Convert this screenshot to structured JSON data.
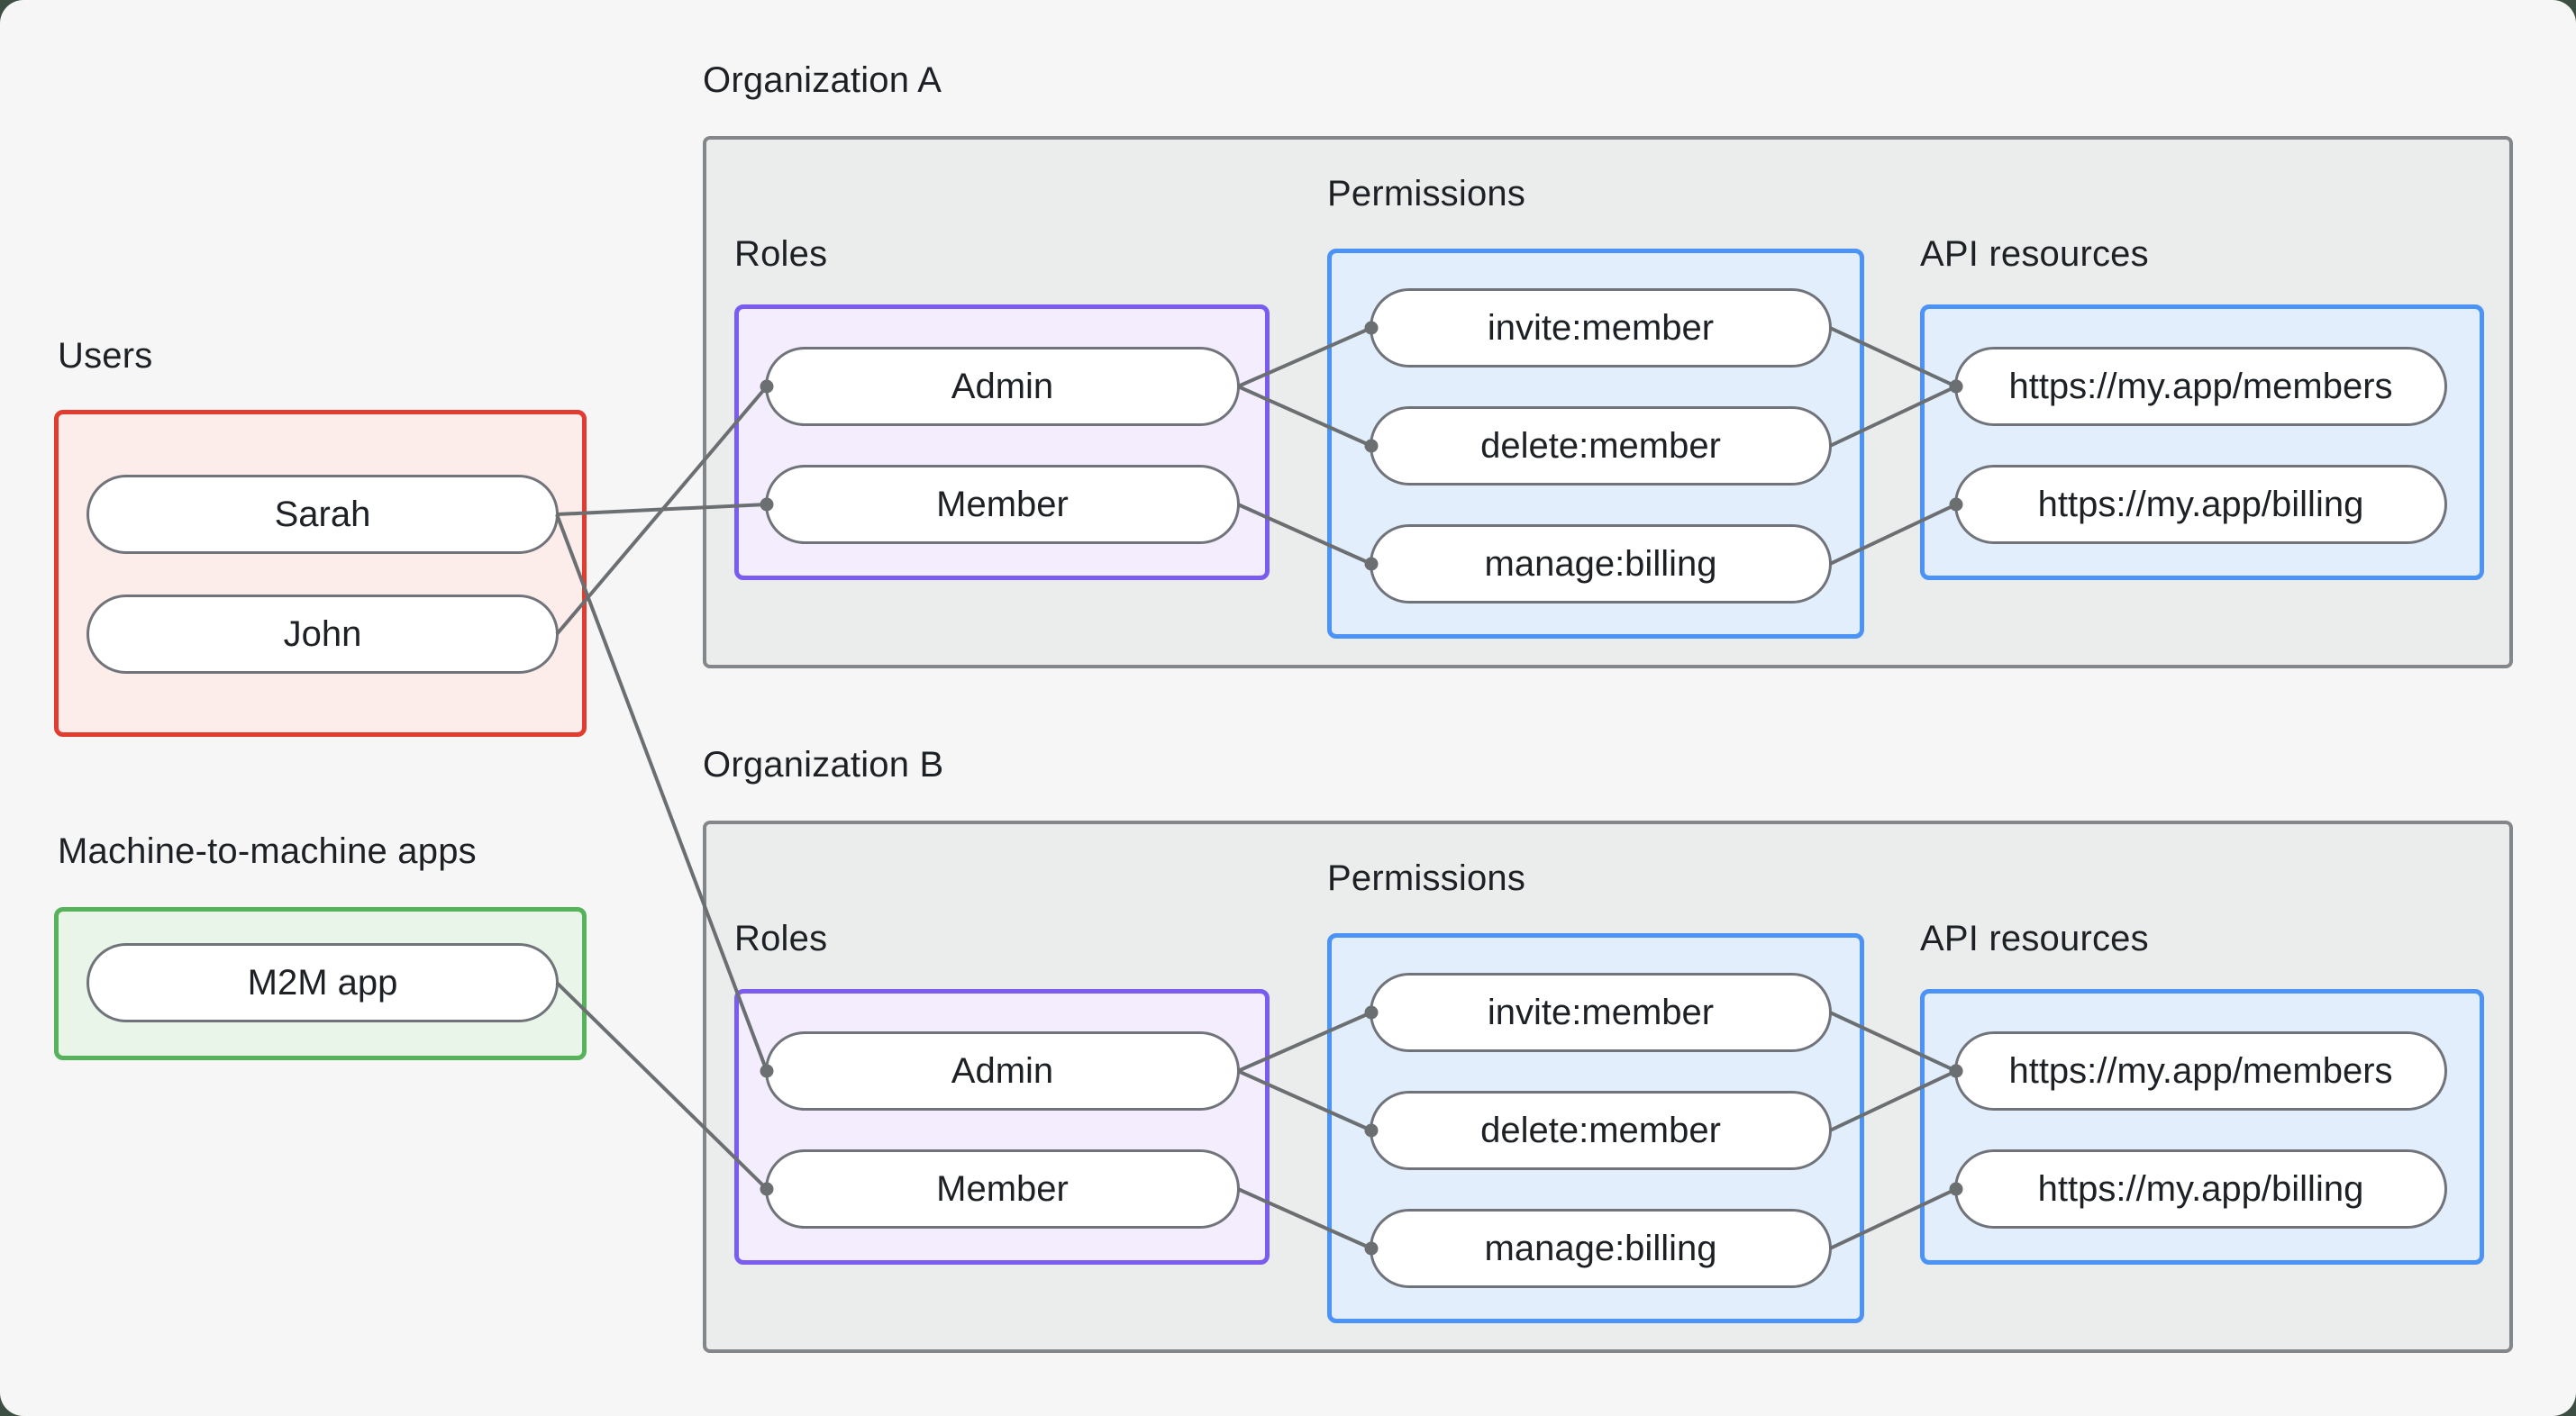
{
  "groups": {
    "users_label": "Users",
    "m2m_label": "Machine-to-machine apps"
  },
  "nodes": {
    "sarah": "Sarah",
    "john": "John",
    "m2m_app": "M2M app",
    "org_a": {
      "admin": "Admin",
      "member": "Member",
      "invite": "invite:member",
      "delete": "delete:member",
      "manage": "manage:billing",
      "members_api": "https://my.app/members",
      "billing_api": "https://my.app/billing"
    },
    "org_b": {
      "admin": "Admin",
      "member": "Member",
      "invite": "invite:member",
      "delete": "delete:member",
      "manage": "manage:billing",
      "members_api": "https://my.app/members",
      "billing_api": "https://my.app/billing"
    }
  },
  "org_a": {
    "title": "Organization A",
    "roles_label": "Roles",
    "permissions_label": "Permissions",
    "api_label": "API resources"
  },
  "org_b": {
    "title": "Organization B",
    "roles_label": "Roles",
    "permissions_label": "Permissions",
    "api_label": "API resources"
  },
  "edges": [
    {
      "from": "sarah",
      "to": "member-a"
    },
    {
      "from": "john",
      "to": "admin-a"
    },
    {
      "from": "sarah",
      "to": "admin-b"
    },
    {
      "from": "m2m-app",
      "to": "member-b"
    },
    {
      "from": "admin-a",
      "to": "invite-a"
    },
    {
      "from": "admin-a",
      "to": "delete-a"
    },
    {
      "from": "member-a",
      "to": "manage-a"
    },
    {
      "from": "invite-a",
      "to": "members-a"
    },
    {
      "from": "delete-a",
      "to": "members-a"
    },
    {
      "from": "manage-a",
      "to": "billing-a"
    },
    {
      "from": "admin-b",
      "to": "invite-b"
    },
    {
      "from": "admin-b",
      "to": "delete-b"
    },
    {
      "from": "member-b",
      "to": "manage-b"
    },
    {
      "from": "invite-b",
      "to": "members-b"
    },
    {
      "from": "delete-b",
      "to": "members-b"
    },
    {
      "from": "manage-b",
      "to": "billing-b"
    }
  ],
  "colors": {
    "page_bg": "#f5f6f5",
    "backdrop": "#3c4f42",
    "users_border": "#e23b30",
    "users_fill": "#fcecea",
    "m2m_border": "#57b25c",
    "m2m_fill": "#e9f5e9",
    "roles_border": "#7a5cf0",
    "roles_fill": "#f3edfd",
    "blue_border": "#4b93f7",
    "blue_fill": "#e2eefc",
    "org_border": "#84878a",
    "org_fill": "#ebedec",
    "edge_stroke": "#6b6f72",
    "node_border": "#70747a",
    "text": "#1d2125"
  }
}
